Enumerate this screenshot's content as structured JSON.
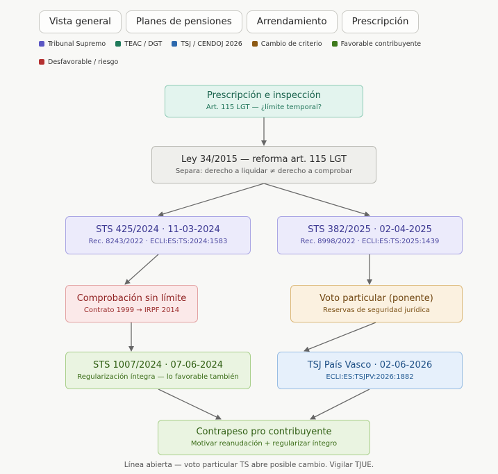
{
  "tabs": [
    "Vista general",
    "Planes de pensiones",
    "Arrendamiento",
    "Prescripción"
  ],
  "legend": [
    {
      "label": "Tribunal Supremo",
      "color": "#5b57c4"
    },
    {
      "label": "TEAC / DGT",
      "color": "#1f7a5a"
    },
    {
      "label": "TSJ / CENDOJ 2026",
      "color": "#2d69ad"
    },
    {
      "label": "Cambio de criterio",
      "color": "#8d5a14"
    },
    {
      "label": "Favorable contribuyente",
      "color": "#3f7a1c"
    },
    {
      "label": "Desfavorable / riesgo",
      "color": "#b43030"
    }
  ],
  "nodes": {
    "root": {
      "title": "Prescripción e inspección",
      "sub": "Art. 115 LGT — ¿límite temporal?"
    },
    "ley": {
      "title": "Ley 34/2015 — reforma art. 115 LGT",
      "sub": "Separa: derecho a liquidar ≠ derecho a comprobar"
    },
    "sts425": {
      "title": "STS 425/2024 · 11-03-2024",
      "sub": "Rec. 8243/2022 · ECLI:ES:TS:2024:1583"
    },
    "sts382": {
      "title": "STS 382/2025 · 02-04-2025",
      "sub": "Rec. 8998/2022 · ECLI:ES:TS:2025:1439"
    },
    "comprobacion": {
      "title": "Comprobación sin límite",
      "sub": "Contrato 1999 → IRPF 2014"
    },
    "voto": {
      "title": "Voto particular (ponente)",
      "sub": "Reservas de seguridad jurídica"
    },
    "sts1007": {
      "title": "STS 1007/2024 · 07-06-2024",
      "sub": "Regularización íntegra — lo favorable también"
    },
    "tsj": {
      "title": "TSJ País Vasco · 02-06-2026",
      "sub": "ECLI:ES:TSJPV:2026:1882"
    },
    "contrapeso": {
      "title": "Contrapeso pro contribuyente",
      "sub": "Motivar reanudación + regularizar íntegro"
    }
  },
  "footnote": "Línea abierta — voto particular TS abre posible cambio. Vigilar TJUE."
}
